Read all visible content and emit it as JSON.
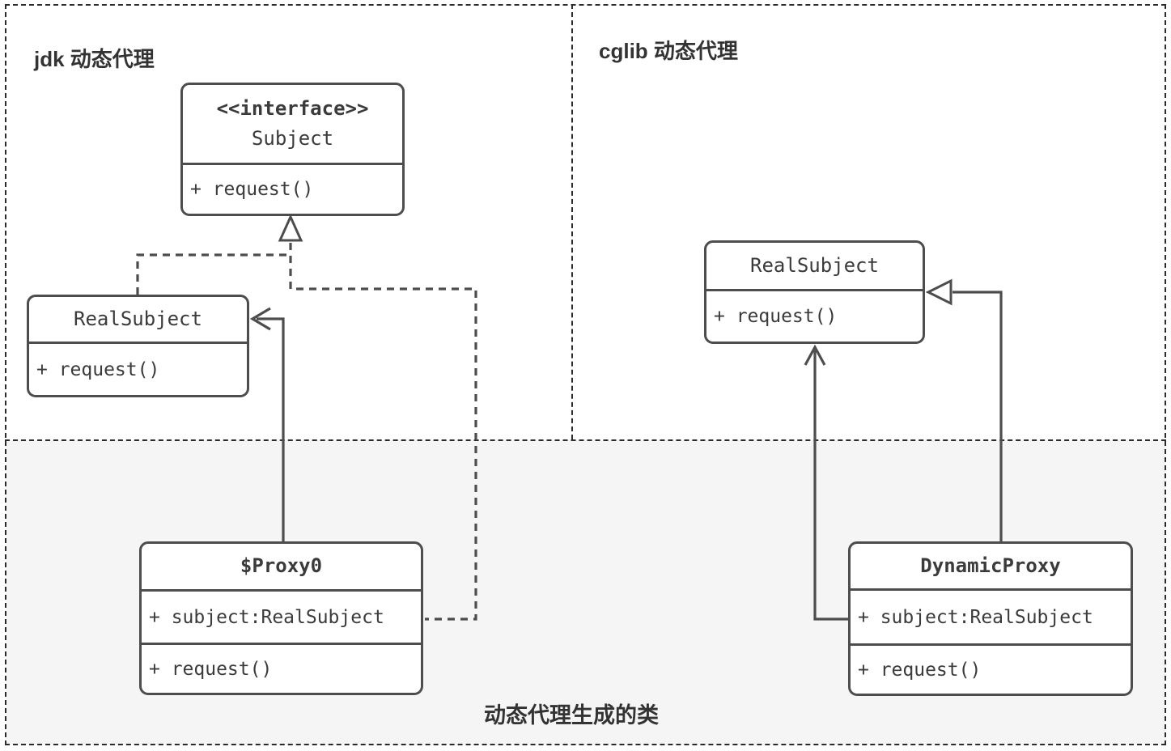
{
  "sections": {
    "jdk": {
      "title": "jdk 动态代理"
    },
    "cglib": {
      "title": "cglib 动态代理"
    },
    "generated": {
      "label": "动态代理生成的类"
    }
  },
  "classes": {
    "subject": {
      "stereotype": "<<interface>>",
      "name": "Subject",
      "method": "+ request()"
    },
    "real_subject_jdk": {
      "name": "RealSubject",
      "method": "+ request()"
    },
    "proxy0": {
      "name": "$Proxy0",
      "attribute": "+ subject:RealSubject",
      "method": "+ request()"
    },
    "real_subject_cglib": {
      "name": "RealSubject",
      "method": "+ request()"
    },
    "dynamic_proxy": {
      "name": "DynamicProxy",
      "attribute": "+ subject:RealSubject",
      "method": "+ request()"
    }
  },
  "relationships": [
    {
      "from": "RealSubject (jdk)",
      "to": "Subject",
      "type": "implements",
      "line": "dashed",
      "arrowhead": "hollow-triangle"
    },
    {
      "from": "$Proxy0",
      "to": "Subject",
      "type": "implements",
      "line": "dashed",
      "arrowhead": "hollow-triangle"
    },
    {
      "from": "$Proxy0",
      "to": "RealSubject (jdk)",
      "type": "association",
      "line": "solid",
      "arrowhead": "open"
    },
    {
      "from": "DynamicProxy",
      "to": "RealSubject (cglib)",
      "type": "extends",
      "line": "solid",
      "arrowhead": "hollow-triangle"
    },
    {
      "from": "DynamicProxy",
      "to": "RealSubject (cglib)",
      "type": "association",
      "line": "solid",
      "arrowhead": "open"
    }
  ],
  "colors": {
    "box_border": "#4d4d4d",
    "connector": "#4d4d4d",
    "text": "#3b3b3b",
    "section_border": "#2b2b2b",
    "generated_background": "#f5f5f5",
    "canvas_background": "#ffffff"
  }
}
